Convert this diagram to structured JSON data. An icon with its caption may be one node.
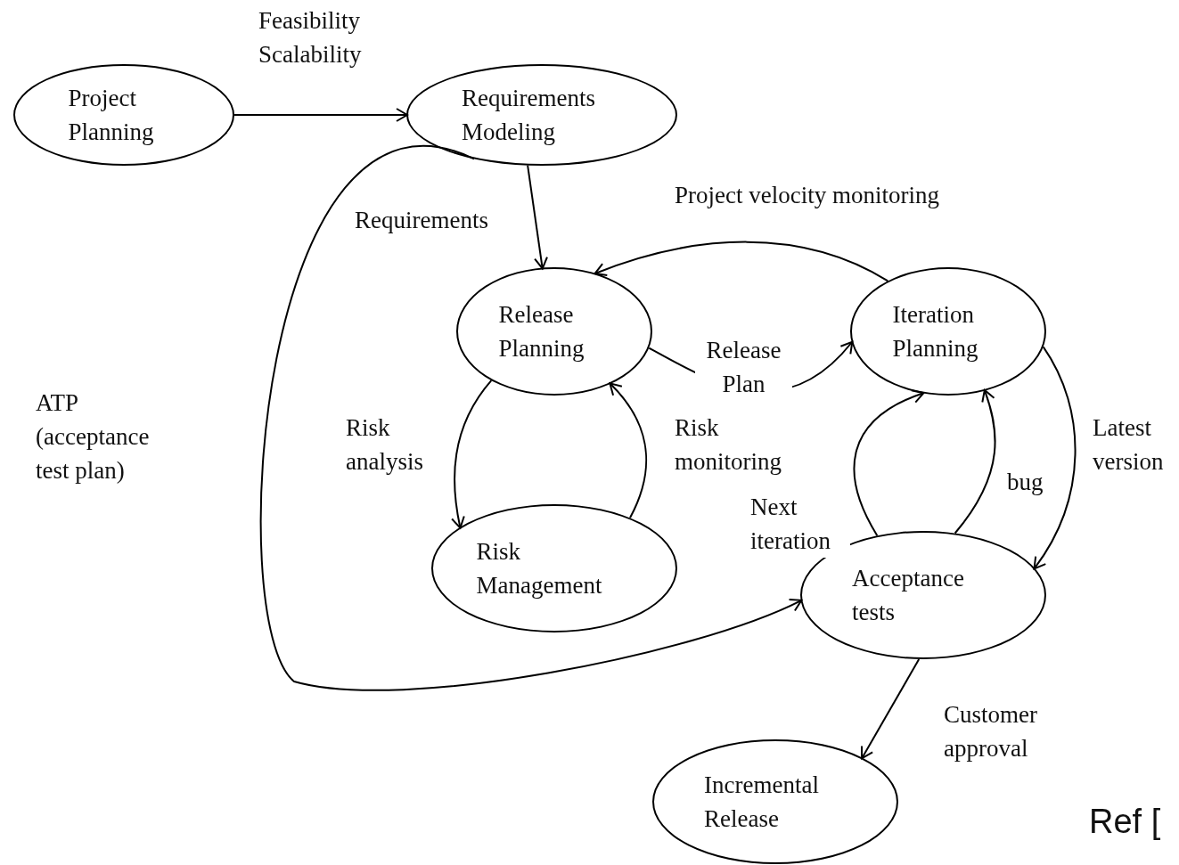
{
  "diagram": {
    "nodes": [
      {
        "text": [
          "Project Planning"
        ]
      },
      {
        "text": [
          "Requirements Modeling"
        ]
      },
      {
        "text": [
          "Release Planning"
        ]
      },
      {
        "text": [
          "Iteration Planning"
        ]
      },
      {
        "text": [
          "Risk Management"
        ]
      },
      {
        "text": [
          "Acceptance tests"
        ]
      },
      {
        "text": [
          "Incremental Release"
        ]
      }
    ],
    "edges": [
      {
        "from": 0,
        "to": 1,
        "arrow": "to",
        "label": "Feasibility Scalability"
      },
      {
        "from": 1,
        "to": 2,
        "arrow": "to",
        "label": "Requirements"
      },
      {
        "from": 3,
        "to": 2,
        "arrow": "to",
        "label": "Project velocity monitoring"
      },
      {
        "from": 2,
        "to": 3,
        "arrow": "to",
        "label": "Release Plan"
      },
      {
        "from": 2,
        "to": 4,
        "arrow": "to",
        "label": "Risk analysis"
      },
      {
        "from": 4,
        "to": 2,
        "arrow": "to",
        "label": "Risk monitoring"
      },
      {
        "from": 5,
        "to": 3,
        "arrow": "to",
        "label": "Next iteration"
      },
      {
        "from": 5,
        "to": 3,
        "arrow": "to",
        "label": "bug"
      },
      {
        "from": 3,
        "to": 5,
        "arrow": "to",
        "label": "Latest version"
      },
      {
        "from": 5,
        "to": 6,
        "arrow": "to",
        "label": "Customer approval"
      },
      {
        "from": 1,
        "to": 5,
        "arrow": "to",
        "label": "ATP (acceptance test plan)"
      }
    ],
    "labels": [
      "Ref ["
    ]
  }
}
